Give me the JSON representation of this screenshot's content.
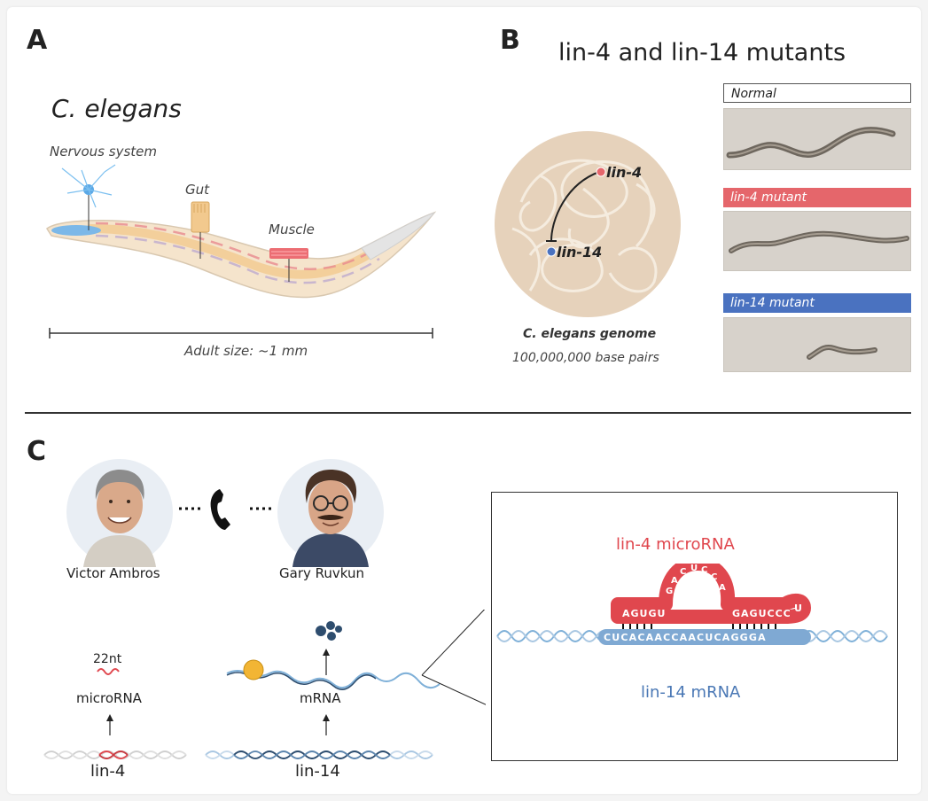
{
  "panel_a": {
    "letter": "A",
    "title": "C. elegans",
    "labels": {
      "nervous": "Nervous system",
      "gut": "Gut",
      "muscle": "Muscle"
    },
    "scale": "Adult size: ~1 mm"
  },
  "panel_b": {
    "letter": "B",
    "title": "lin-4 and lin-14 mutants",
    "gene_a": "lin-4",
    "gene_b": "lin-14",
    "genome_title": "C. elegans genome",
    "genome_size": "100,000,000 base pairs",
    "boxes": {
      "normal": "Normal",
      "lin4": "lin-4 mutant",
      "lin14": "lin-14 mutant"
    },
    "colors": {
      "lin4": "#e5666b",
      "lin14": "#4a72c0",
      "nucleus": "#e6d2bb"
    }
  },
  "panel_c": {
    "letter": "C",
    "person_left": "Victor Ambros",
    "person_right": "Gary Ruvkun",
    "nt": "22nt",
    "microrna_label": "microRNA",
    "mrna_label": "mRNA",
    "gene_left": "lin-4",
    "gene_right": "lin-14",
    "inset": {
      "title": "lin-4 microRNA",
      "seq_left": [
        "A",
        "G",
        "U",
        "G",
        "U"
      ],
      "seq_loop": [
        "G",
        "A",
        "C",
        "U",
        "C",
        "C",
        "A"
      ],
      "seq_right": [
        "G",
        "A",
        "G",
        "U",
        "C",
        "C",
        "C"
      ],
      "seq_tail": "U",
      "target": "CUCACAACCAACUCAGGGA",
      "mrna_label": "lin-14 mRNA",
      "colors": {
        "red": "#e0474e",
        "blue": "#4a78b5"
      }
    }
  }
}
